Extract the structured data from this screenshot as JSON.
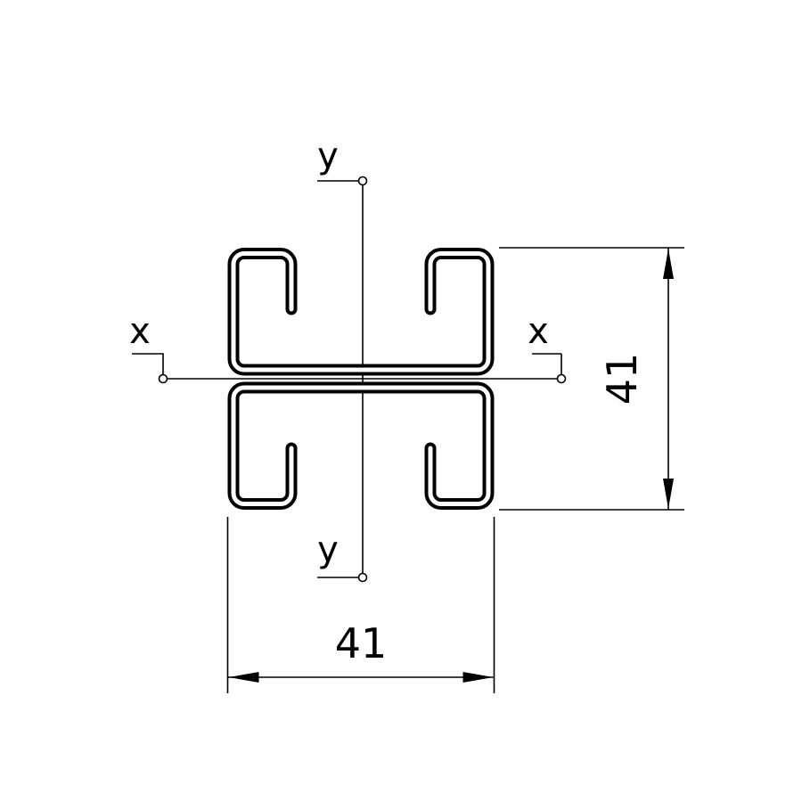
{
  "drawing": {
    "background_color": "#ffffff",
    "line_color": "#000000",
    "labels": {
      "axis_y_top": "y",
      "axis_y_bottom": "y",
      "axis_x_left": "x",
      "axis_x_right": "x"
    },
    "dimensions": {
      "height_value": "41",
      "width_value": "41"
    }
  }
}
